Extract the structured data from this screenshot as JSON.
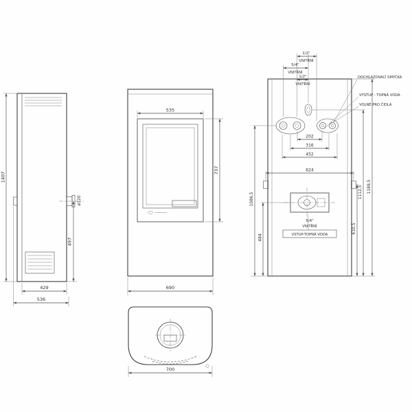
{
  "side": {
    "dim_total_height": "1407",
    "dim_flue": "ø120",
    "dim_pipe_height": "497",
    "dim_depth_body": "429",
    "dim_depth_total": "536"
  },
  "front": {
    "dim_door_width": "535",
    "dim_door_height": "737",
    "dim_width": "690"
  },
  "rear": {
    "fit_top_size": "1/2\"",
    "fit_top_unit": "VNITŘNÍ",
    "fit_mid_size": "5/4\"",
    "fit_mid_unit": "VNITŘNÍ",
    "fit_low_size": "1/2\"",
    "fit_low_unit": "VNITŘNÍ",
    "callout_cooling_loop": "DOCHLAZOVACÍ SMYČKA",
    "callout_outlet": "VÝSTUP - TOPNÁ VODA",
    "callout_sensors": "VOLNÉ PRO ČIDLA",
    "dim_202": "202",
    "dim_316": "316",
    "dim_452": "452",
    "dim_624": "624",
    "dim_1086_5": "1086,5",
    "dim_484": "484",
    "dim_610_5": "610,5",
    "dim_1112_5": "1112,5",
    "dim_1189_5": "1189,5",
    "inlet_size": "5/4\"",
    "inlet_unit": "VNITŘNÍ",
    "inlet_label": "VSTUP-TOPNÁ VODA"
  },
  "top": {
    "dim_width": "700"
  }
}
